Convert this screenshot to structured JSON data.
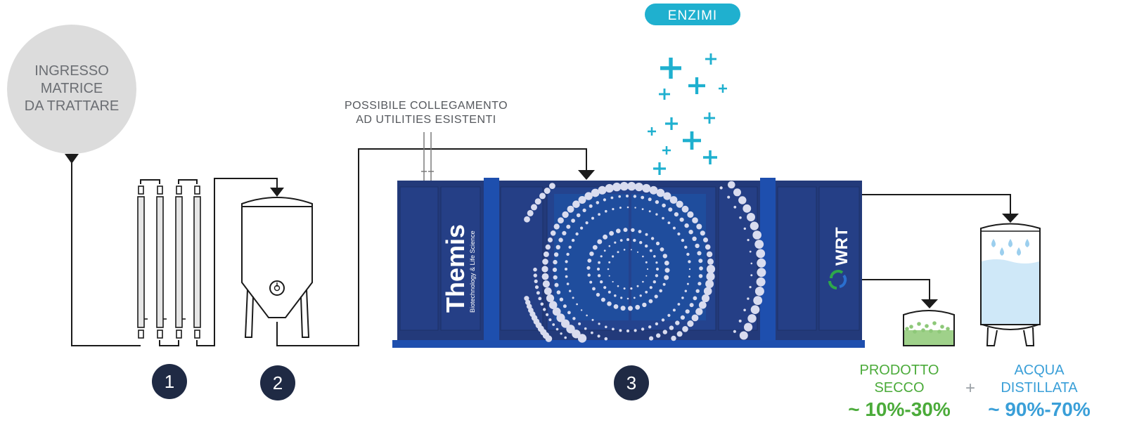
{
  "input": {
    "label_lines": [
      "INGRESSO",
      "MATRICE",
      "DA TRATTARE"
    ]
  },
  "utilities": {
    "label_lines": [
      "POSSIBILE COLLEGAMENTO",
      "AD UTILITIES ESISTENTI"
    ]
  },
  "enzymes": {
    "label": "ENZIMI"
  },
  "machine": {
    "brand": "Themis",
    "tagline": "Biotechnology & Life Science",
    "logo": "WRT"
  },
  "steps": [
    "1",
    "2",
    "3"
  ],
  "outputs": {
    "dry": {
      "label_lines": [
        "PRODOTTO",
        "SECCO"
      ],
      "range": "~ 10%-30%"
    },
    "water": {
      "label_lines": [
        "ACQUA",
        "DISTILLATA"
      ],
      "range": "~ 90%-70%"
    },
    "joiner": "+"
  },
  "colors": {
    "input_circle": "#dcdcdc",
    "machine_blue": "#233a7a",
    "machine_pillar": "#1e4fae",
    "badge": "#1fb0cf",
    "step_circle": "#1f2a44",
    "dry_green": "#4bab3a",
    "water_blue": "#3a9fd8"
  },
  "icons": [
    "arrow-down-icon",
    "plus-icon",
    "water-drop-icon",
    "valve-icon"
  ]
}
